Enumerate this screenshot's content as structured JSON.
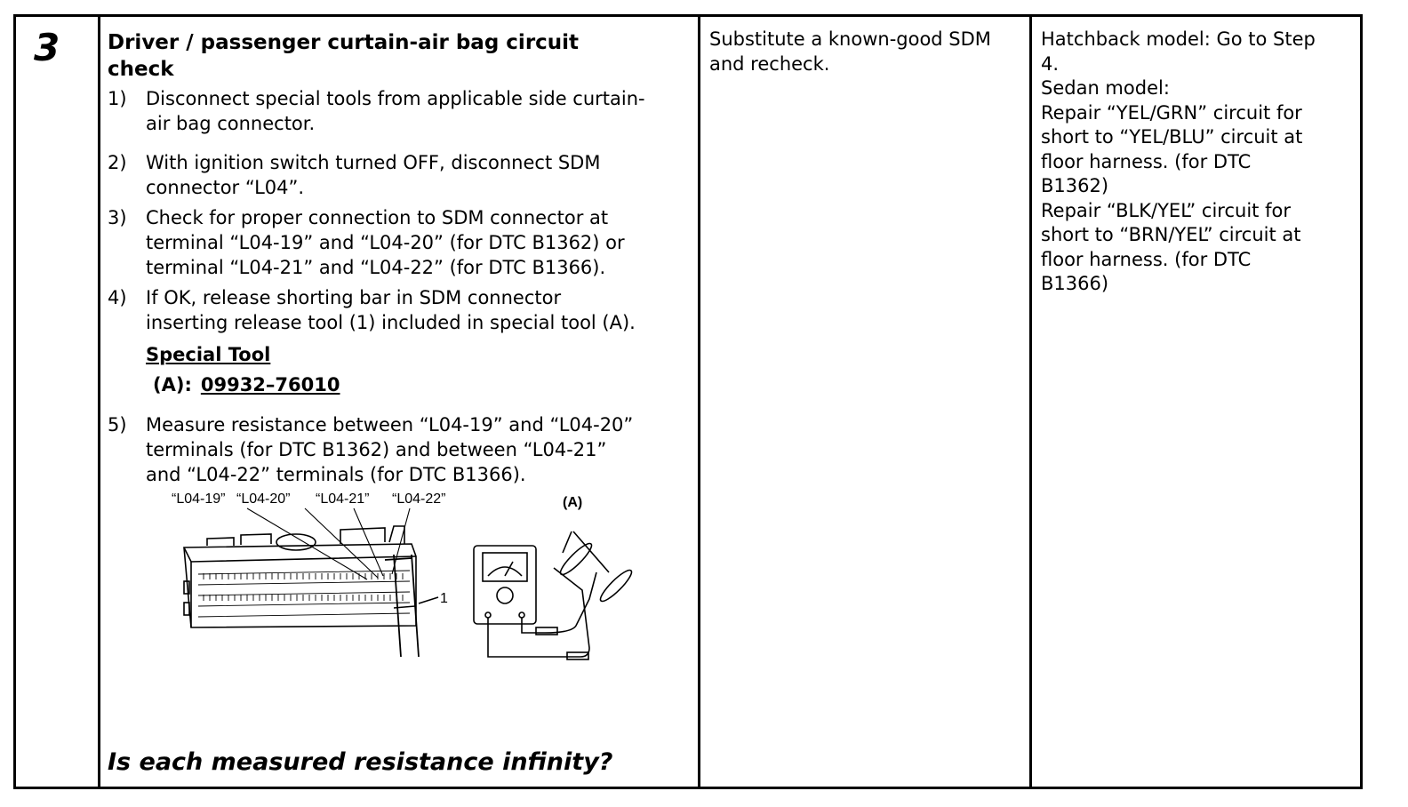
{
  "step": {
    "number": "3",
    "title_lines": [
      "Driver / passenger curtain-air bag circuit",
      "check"
    ],
    "items": [
      {
        "num": "1)",
        "lines": [
          "Disconnect special tools from applicable side curtain-",
          "air bag connector."
        ]
      },
      {
        "num": "2)",
        "lines": [
          "With ignition switch turned OFF, disconnect SDM",
          "connector “L04”."
        ]
      },
      {
        "num": "3)",
        "lines": [
          "Check for proper connection to SDM connector at",
          "terminal “L04-19” and “L04-20” (for DTC B1362) or",
          "terminal “L04-21” and “L04-22” (for DTC B1366)."
        ]
      },
      {
        "num": "4)",
        "lines": [
          "If OK, release shorting bar in SDM connector",
          "inserting release tool (1) included in special tool (A)."
        ]
      },
      {
        "num": "5)",
        "lines": [
          "Measure resistance between “L04-19” and “L04-20”",
          "terminals (for DTC B1362) and between “L04-21”",
          "and “L04-22” terminals (for DTC B1366)."
        ]
      }
    ],
    "special_tool": {
      "heading": "Special Tool",
      "label": "(A):",
      "part_number": "09932–76010"
    },
    "figure": {
      "terminal_labels": [
        "“L04-19”",
        "“L04-20”",
        "“L04-21”",
        "“L04-22”"
      ],
      "tool_label": "(A)",
      "release_tool_label": "1"
    },
    "question": "Is each measured resistance infinity?"
  },
  "yes_action": {
    "lines": [
      "Substitute a known-good SDM",
      "and recheck."
    ]
  },
  "no_action": {
    "lines": [
      "Hatchback model: Go to Step",
      "4.",
      "Sedan model:",
      "Repair “YEL/GRN” circuit for",
      "short to “YEL/BLU” circuit at",
      "floor harness. (for DTC",
      "B1362)",
      "Repair “BLK/YEL” circuit for",
      "short to “BRN/YEL” circuit at",
      "floor harness. (for DTC",
      "B1366)"
    ]
  }
}
